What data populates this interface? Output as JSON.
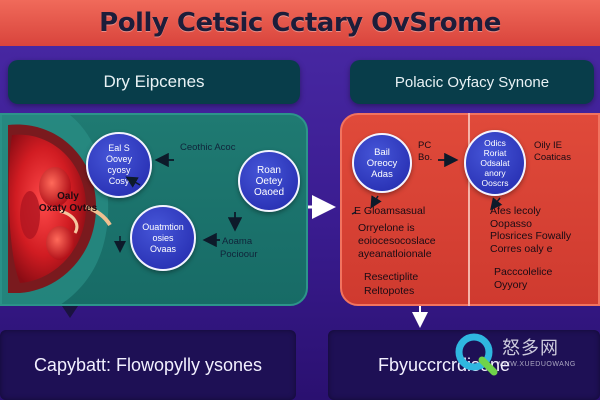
{
  "title": "Polly Cetsic Cctary OvSrome",
  "left_header": "Dry Eipcenes",
  "right_header": "Polacic Oyfacy Synone",
  "organ_label": [
    "Oaly",
    "Oxaty Ovtes"
  ],
  "left_nodes": {
    "node_a": [
      "Eal S",
      "Oovey",
      "cyosy",
      "Cosy"
    ],
    "node_b": [
      "Roan",
      "Oetey",
      "Oaoed"
    ],
    "node_c": [
      "Ouatmtion",
      "osies",
      "Ovaas"
    ]
  },
  "left_texts": {
    "cetsac": "Ceothic Acoc",
    "aoama": "Aoama",
    "pociour": "Pocioour"
  },
  "right_nodes": {
    "node_d": [
      "Bail",
      "Oreocy",
      "Adas"
    ],
    "node_e": [
      "Odics",
      "Roriat",
      "Odsalat",
      "anory",
      "Ooscrs"
    ]
  },
  "right_texts": {
    "pc": [
      "PC",
      "Bo."
    ],
    "oily": [
      "Oily IE",
      "Coaticas"
    ],
    "gloms": "E Gloamsasual",
    "rest1": [
      "Orryelone is",
      "eoiocesocoslace",
      "ayeanatloionale"
    ],
    "rest2": [
      "Resectiplite",
      "Reltopotes"
    ],
    "rest3": [
      "Afes lecoly",
      "Oopasso",
      "Plosrices Fowally",
      "Corres oaly e"
    ],
    "rest4": [
      "Pacccolelice",
      "Oyyory"
    ]
  },
  "bottom_left": "Capybatt: Flowopylly ysones",
  "bottom_right": "Fbyuccrcrdisone",
  "watermark": {
    "main": "怒多网",
    "sub": "WWW.XUEDUOWANG"
  },
  "colors": {
    "banner": "#e0523f",
    "background": "#3d209a",
    "teal_panel": "#1b736c",
    "red_panel": "#d8402f",
    "node_fill": "#2f3abf",
    "pill": "#083d4a",
    "bottom_box": "#1e1055"
  }
}
